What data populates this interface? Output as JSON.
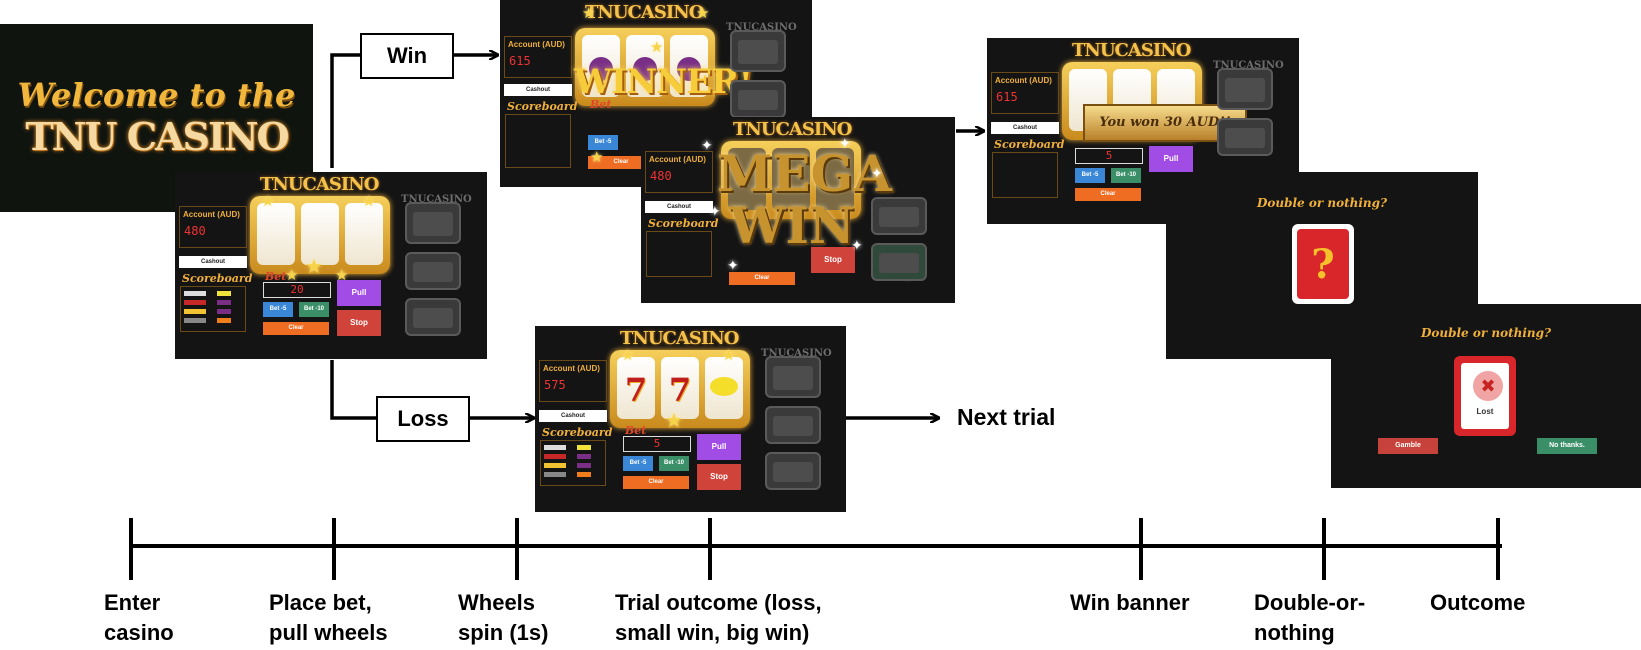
{
  "welcome": {
    "line1": "Welcome to the",
    "line2": "TNU CASINO"
  },
  "machine": {
    "title": "TNUCASINO",
    "account_label": "Account (AUD)",
    "cashout_label": "Cashout",
    "scoreboard_label": "Scoreboard",
    "bet_label": "Bet",
    "bet_minus5": "Bet -5",
    "bet_minus10": "Bet -10",
    "clear_label": "Clear",
    "pull_label": "Pull",
    "stop_label": "Stop"
  },
  "screens": {
    "place_bet": {
      "account": "480",
      "bet": "20"
    },
    "win": {
      "account": "615",
      "overlay": "WINNER!"
    },
    "mega": {
      "account": "480",
      "overlay_line1": "MEGA",
      "overlay_line2": "WIN"
    },
    "loss": {
      "account": "575",
      "bet": "5",
      "reel1": "7",
      "reel2": "7"
    },
    "banner": {
      "account": "615",
      "bet": "5",
      "ribbon": "You won 30 AUD!!"
    },
    "double": {
      "title": "Double or nothing?",
      "card_mark": "?"
    },
    "double_outcome": {
      "title": "Double or nothing?",
      "card_label": "Lost",
      "gamble": "Gamble",
      "no_thanks": "No thanks."
    }
  },
  "flow": {
    "win": "Win",
    "loss": "Loss",
    "next_trial": "Next trial"
  },
  "timeline": {
    "enter_1": "Enter",
    "enter_2": "casino",
    "place_1": "Place bet,",
    "place_2": "pull wheels",
    "spin_1": "Wheels",
    "spin_2": "spin (1s)",
    "outcome_1": "Trial outcome (loss,",
    "outcome_2": "small win, big win)",
    "banner_1": "Win banner",
    "don_1": "Double-or-",
    "don_2": "nothing",
    "final_1": "Outcome"
  }
}
